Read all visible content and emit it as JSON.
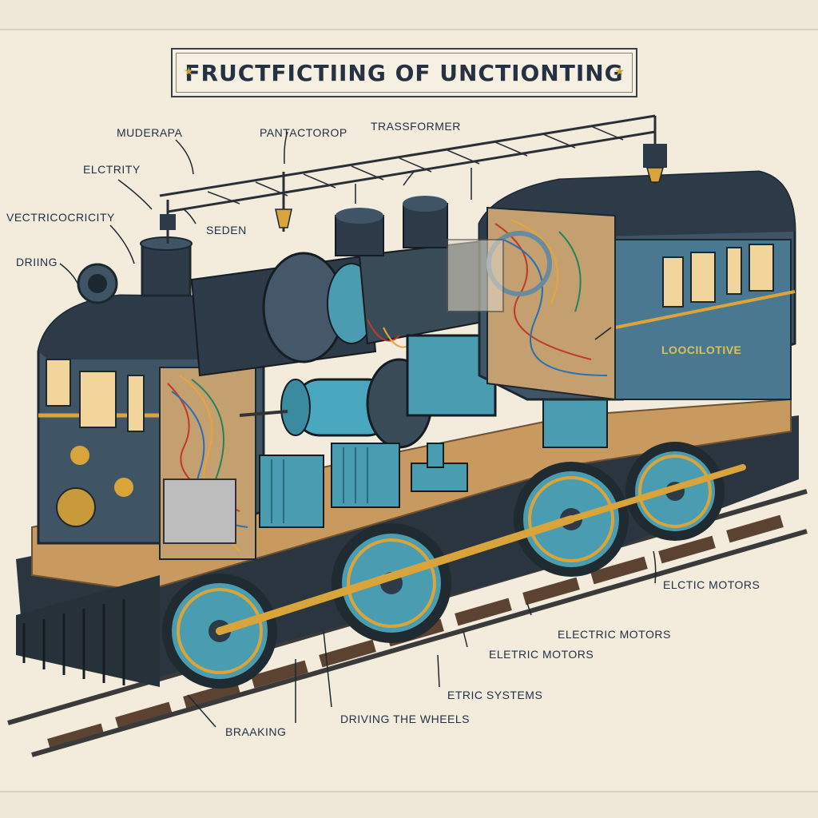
{
  "title": "FRUCTFICTIING OF UNCTIONTING",
  "labels": {
    "muderapa": "MUDERAPA",
    "pantactorop": "PANTACTOROP",
    "transformer": "TRASSFORMER",
    "elctrity": "ELCTRITY",
    "vectricocricity": "VECTRICOCRICITY",
    "sedeb": "SEDEN",
    "dring": "DRIING",
    "locomotive": "LOOCILOTIVE",
    "elctic_motors": "ELCTIC MOTORS",
    "electric_motors": "ELECTRIC MOTORS",
    "eletric_motors": "ELETRIC MOTORS",
    "etric_systems": "ETRIC SYSTEMS",
    "drving_wheels": "DRIVING THE WHEELS",
    "braking": "BRAAKING"
  },
  "colors": {
    "body": "#3f5566",
    "body_dark": "#2c3b47",
    "teal": "#3d9ab0",
    "gold": "#d9a53a",
    "deck": "#c99a5f",
    "window": "#f2d59b",
    "rail": "#5a4a3a"
  }
}
